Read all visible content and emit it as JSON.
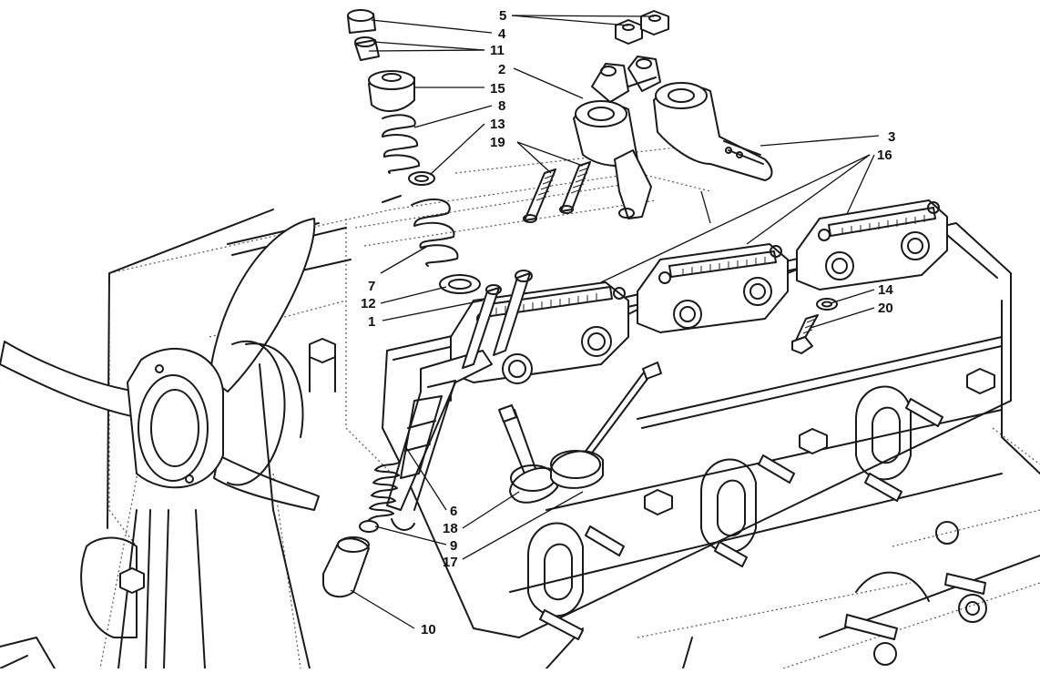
{
  "labels": [
    {
      "id": "5",
      "text": "5"
    },
    {
      "id": "4",
      "text": "4"
    },
    {
      "id": "11",
      "text": "11"
    },
    {
      "id": "2",
      "text": "2"
    },
    {
      "id": "15",
      "text": "15"
    },
    {
      "id": "8",
      "text": "8"
    },
    {
      "id": "13",
      "text": "13"
    },
    {
      "id": "19",
      "text": "19"
    },
    {
      "id": "3",
      "text": "3"
    },
    {
      "id": "16",
      "text": "16"
    },
    {
      "id": "7",
      "text": "7"
    },
    {
      "id": "12",
      "text": "12"
    },
    {
      "id": "1",
      "text": "1"
    },
    {
      "id": "14",
      "text": "14"
    },
    {
      "id": "20",
      "text": "20"
    },
    {
      "id": "6",
      "text": "6"
    },
    {
      "id": "18",
      "text": "18"
    },
    {
      "id": "9",
      "text": "9"
    },
    {
      "id": "17",
      "text": "17"
    },
    {
      "id": "10",
      "text": "10"
    }
  ]
}
